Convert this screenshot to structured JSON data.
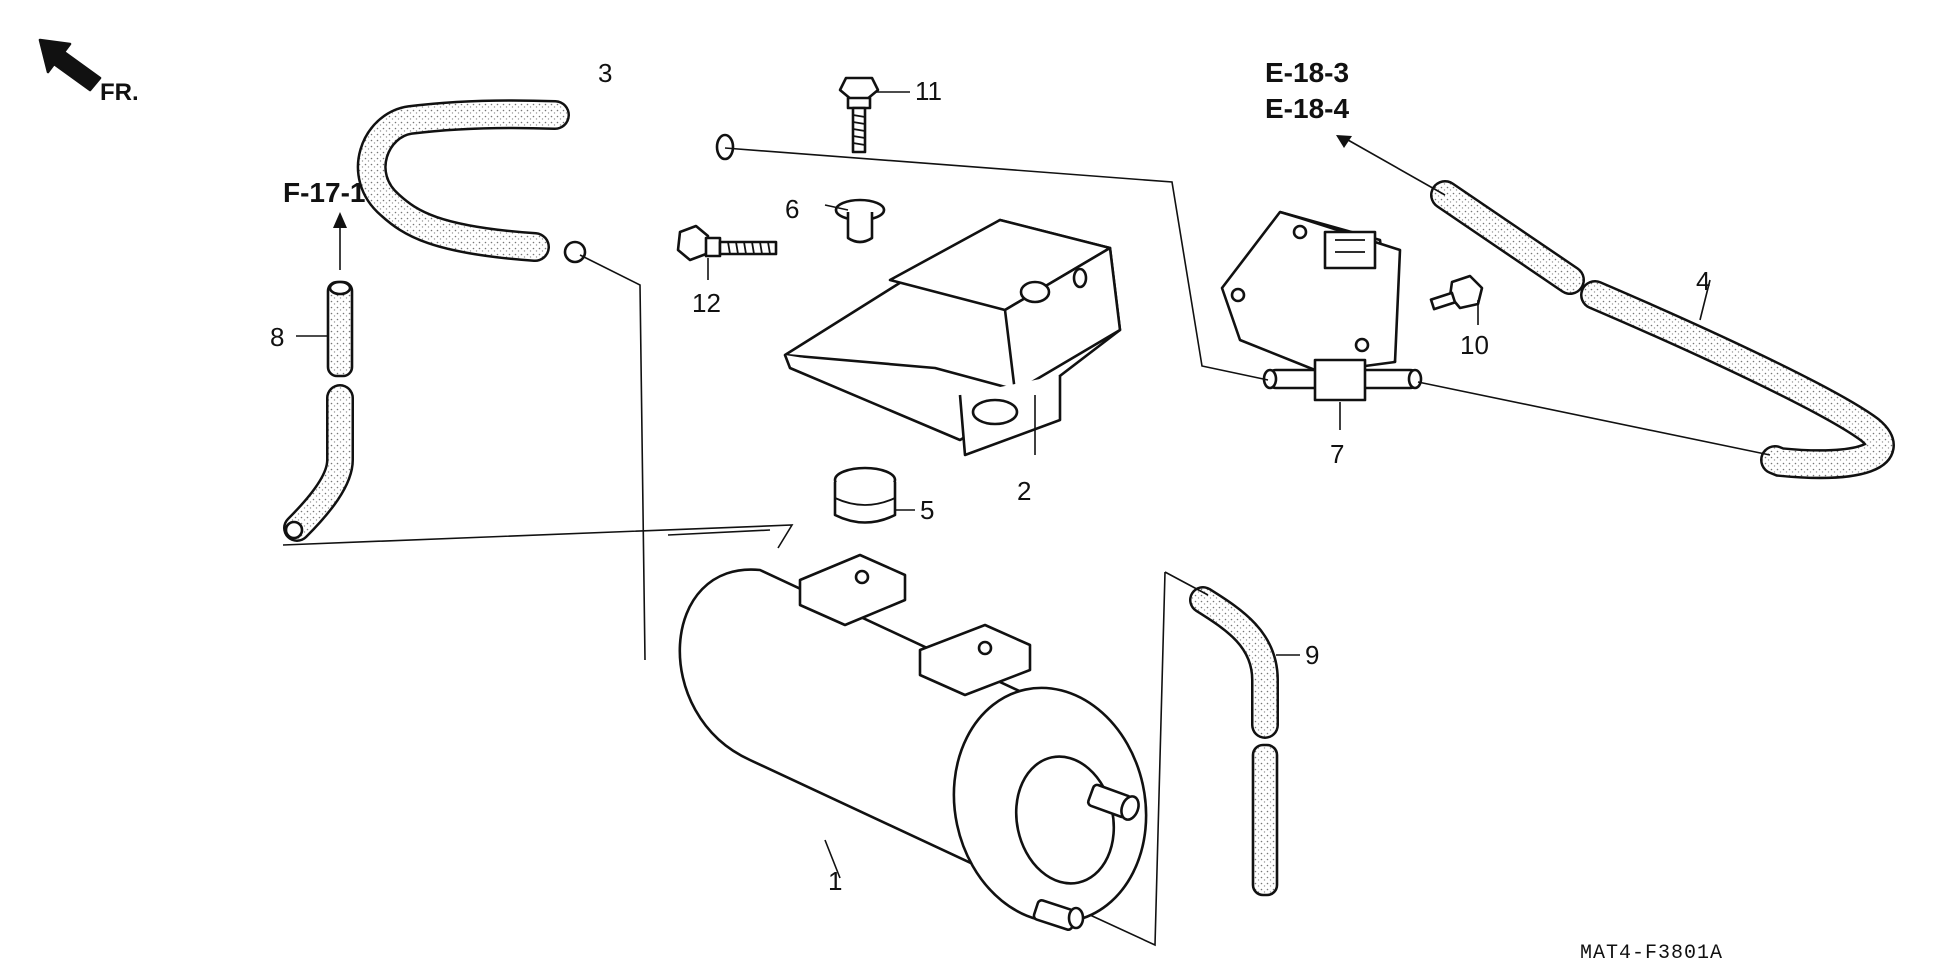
{
  "direction_indicator": {
    "label": "FR."
  },
  "references": {
    "f_17_1": "F-17-1",
    "e_18_3": "E-18-3",
    "e_18_4": "E-18-4"
  },
  "callouts": {
    "p1": "1",
    "p2": "2",
    "p3": "3",
    "p4": "4",
    "p5": "5",
    "p6": "6",
    "p7": "7",
    "p8": "8",
    "p9": "9",
    "p10": "10",
    "p11": "11",
    "p12": "12"
  },
  "diagram_code": "MAT4-F3801A",
  "colors": {
    "ink": "#111111",
    "paper": "#ffffff",
    "hose_stipple": "#888888"
  }
}
